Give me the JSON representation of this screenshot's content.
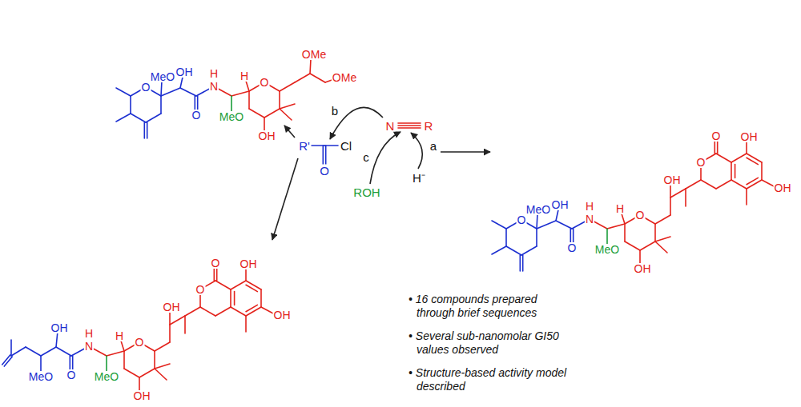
{
  "diagram": {
    "labels": [
      "OMe",
      "OMe",
      "MeO",
      "O",
      "OH",
      "O",
      "H",
      "N",
      "MeO",
      "H",
      "O",
      "OH",
      "b",
      "N",
      "R",
      "R'",
      "Cl",
      "O",
      "c",
      "a",
      "H⁻",
      "ROH",
      "OH",
      "O",
      "O",
      "OH",
      "OH",
      "MeO",
      "O",
      "OH",
      "O",
      "H",
      "N",
      "MeO",
      "H",
      "O",
      "OH",
      "OH",
      "O",
      "O",
      "OH",
      "OH",
      "OH",
      "MeO",
      "O",
      "H",
      "N",
      "MeO",
      "H",
      "O",
      "OH",
      "• 16 compounds prepared through brief sequences",
      "• Several sub-nanomolar GI50 values observed",
      "• Structure-based activity model described"
    ]
  }
}
